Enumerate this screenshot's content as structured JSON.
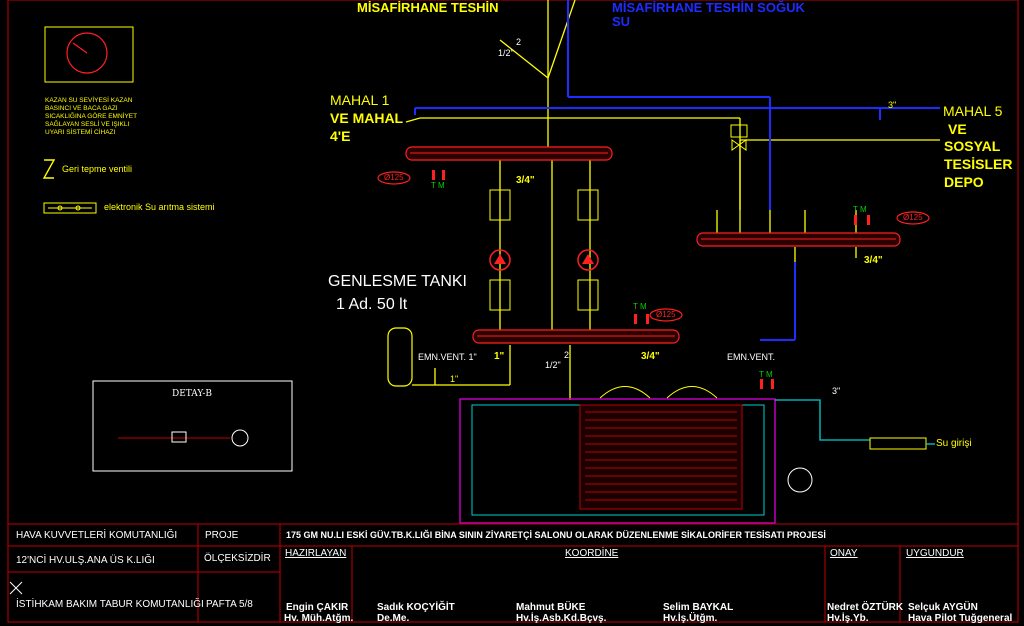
{
  "labels": {
    "misafirhane_teshin": "MİSAFİRHANE TESHİN",
    "misafirhane_teshin_soguk": "MİSAFİRHANE TESHİN SOĞUK",
    "su": "SU",
    "mahal1_a": "MAHAL 1",
    "mahal1_b": "VE MAHAL",
    "mahal1_c": "4'E",
    "mahal5_a": "MAHAL 5",
    "mahal5_b": "VE",
    "mahal5_c": "SOSYAL",
    "mahal5_d": "TESİSLER",
    "mahal5_e": "DEPO",
    "genlesme_a": "GENLESME TANKI",
    "genlesme_b": "1 Ad. 50 lt",
    "emn_vent_1": "EMN.VENT. 1\"",
    "emn_vent_2": "EMN.VENT.",
    "su_girisi": "Su girişi",
    "detay_b": "DETAY-B",
    "legend_kazan": "KAZAN SU SEVİYESİ KAZAN BASINCI VE BACA GAZI SICAKLIĞINA GÖRE EMNİYET SAĞLAYAN SESLİ VE IŞIKLI UYARI SİSTEMİ CİHAZI",
    "legend_geri": "Geri tepme ventili",
    "legend_elektronik": "elektronik Su arıtma sistemi",
    "phi125": "Ø125",
    "d34": "3/4\"",
    "d1": "1\"",
    "d112": "1/2\"",
    "d2": "2",
    "d3": "3\"",
    "tm": "T M"
  },
  "title_block": {
    "org1": "HAVA KUVVETLERİ KOMUTANLIĞI",
    "org2": "12'NCİ HV.ULŞ.ANA ÜS K.LIĞI",
    "org3": "İSTİHKAM BAKIM TABUR KOMUTANLIĞI",
    "proje_label": "PROJE",
    "olcek_label": "ÖLÇEKSİZDİR",
    "pafta_label": "PAFTA 5/8",
    "project_title": "175 GM NU.LI ESKİ GÜV.TB.K.LIĞI BİNA SININ ZİYARETÇİ SALONU OLARAK DÜZENLENME SİKALORİFER TESİSATI PROJESİ",
    "hazirlayan": "HAZIRLAYAN",
    "koordine": "KOORDİNE",
    "onay": "ONAY",
    "uygundur": "UYGUNDUR",
    "p1_name": "Engin ÇAKIR",
    "p1_title": "Hv. Müh.Atğm.",
    "p2_name": "Sadık KOÇYİĞİT",
    "p2_title": "De.Me.",
    "p3_name": "Mahmut BÜKE",
    "p3_title": "Hv.İş.Asb.Kd.Bçvş.",
    "p4_name": "Selim BAYKAL",
    "p4_title": "Hv.İş.Ütğm.",
    "p5_name": "Nedret ÖZTÜRK",
    "p5_title": "Hv.İş.Yb.",
    "p6_name": "Selçuk AYGÜN",
    "p6_title": "Hava Pilot Tuğgeneral"
  },
  "colors": {
    "hot": "#ffff00",
    "cold": "#1e2cff",
    "red": "#ff2020",
    "cyan": "#00d0d0",
    "magenta": "#c000c0"
  }
}
